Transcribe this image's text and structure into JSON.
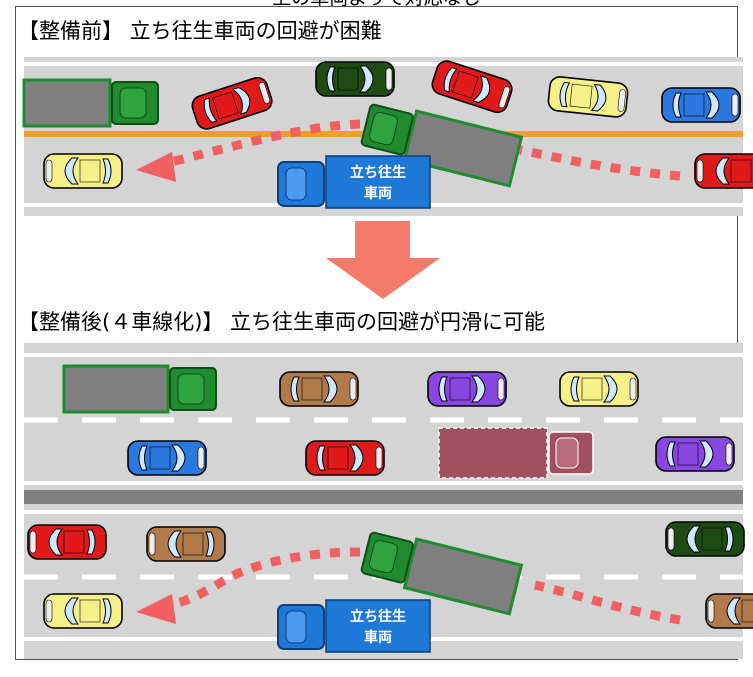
{
  "top_caption": "上の車両よりて対応なし",
  "before": {
    "heading": "【整備前】 立ち往生車両の回避が困難",
    "stuck_label_line1": "立ち往生",
    "stuck_label_line2": "車両"
  },
  "after": {
    "heading": "【整備後(４車線化)】 立ち往生車両の回避が円滑に可能",
    "stuck_label_line1": "立ち往生",
    "stuck_label_line2": "車両"
  },
  "colors": {
    "road": "#d4d4d4",
    "lane_line": "#ffffff",
    "center_line": "#f0a020",
    "median": "#808080",
    "arrow": "#f06060",
    "truck_green": "#1f8a2e",
    "truck_cargo": "#808080",
    "stuck_truck_blue": "#1e78d8",
    "car_red": "#e01a1a",
    "car_yellow": "#f5f08a",
    "car_blue": "#2a78e0",
    "car_darkgreen": "#1e4a14",
    "car_brown": "#b07a4a",
    "car_purple": "#8a46e0",
    "ghost_truck": "#a05060"
  },
  "icons": {
    "down_arrow": "down-arrow-icon"
  }
}
